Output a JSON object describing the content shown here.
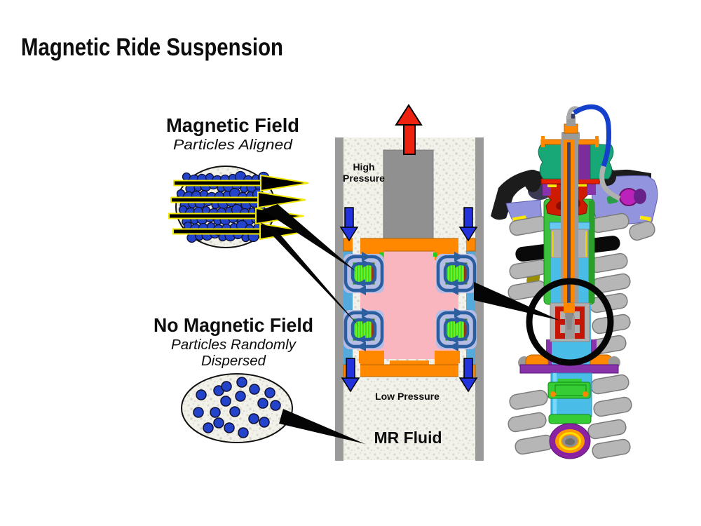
{
  "title": "Magnetic Ride Suspension",
  "aligned": {
    "heading": "Magnetic Field",
    "subheading": "Particles Aligned"
  },
  "dispersed": {
    "heading": "No Magnetic Field",
    "sub1": "Particles Randomly",
    "sub2": "Dispersed"
  },
  "damper": {
    "high1": "High",
    "high2": "Pressure",
    "low": "Low Pressure",
    "fluid": "MR Fluid"
  },
  "colors": {
    "particle_blue": "#2343cb",
    "field_arrow_fill": "#000000",
    "field_arrow_outline": "#f2e800",
    "flux_loop_blue": "#2a5e9e",
    "coil_green": "#2ee02e",
    "piston_body_pink": "#f9b6be",
    "piston_cap_orange": "#ff8800",
    "rebound_arrow_red": "#ee2211",
    "flow_arrow_blue": "#2233dd",
    "cylinder_wall_gray": "#9a9a9a",
    "highlight_circle": "#050505"
  }
}
